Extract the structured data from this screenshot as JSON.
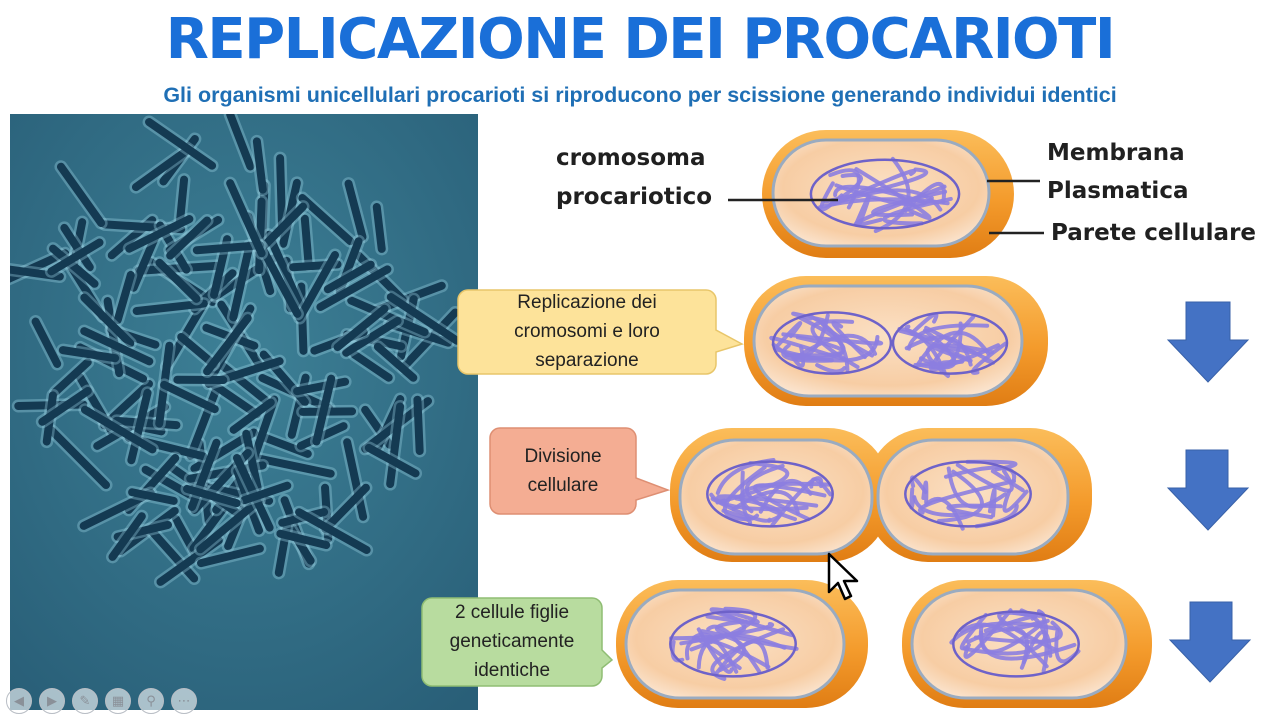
{
  "slide": {
    "title": "REPLICAZIONE DEI PROCARIOTI",
    "subtitle": "Gli organismi unicellulari procarioti si riproducono per scissione generando individui identici"
  },
  "labels": {
    "chromosome_line1": "cromosoma",
    "chromosome_line2": "procariotico",
    "membrane_line1": "Membrana",
    "membrane_line2": "Plasmatica",
    "cell_wall": "Parete cellulare"
  },
  "steps": [
    {
      "line1": "Replicazione dei",
      "line2": "cromosomi e loro",
      "line3": "separazione",
      "color": "#fde39a"
    },
    {
      "line1": "Divisione",
      "line2": "cellulare",
      "color": "#f4ad93"
    },
    {
      "line1": "2 cellule figlie",
      "line2": "geneticamente",
      "line3": "identiche",
      "color": "#b8dc9f"
    }
  ],
  "colors": {
    "title": "#1a6fd8",
    "subtitle": "#1f6fb5",
    "arrow": "#4472c4",
    "cell_wall": "#f49b2c",
    "membrane": "#8ca0b8",
    "dna": "#8c7ee0",
    "microscope_bg": "#2f6c85"
  },
  "toolbar": {
    "icons": [
      "prev-icon",
      "next-icon",
      "pen-icon",
      "slides-icon",
      "zoom-icon",
      "more-icon"
    ]
  }
}
